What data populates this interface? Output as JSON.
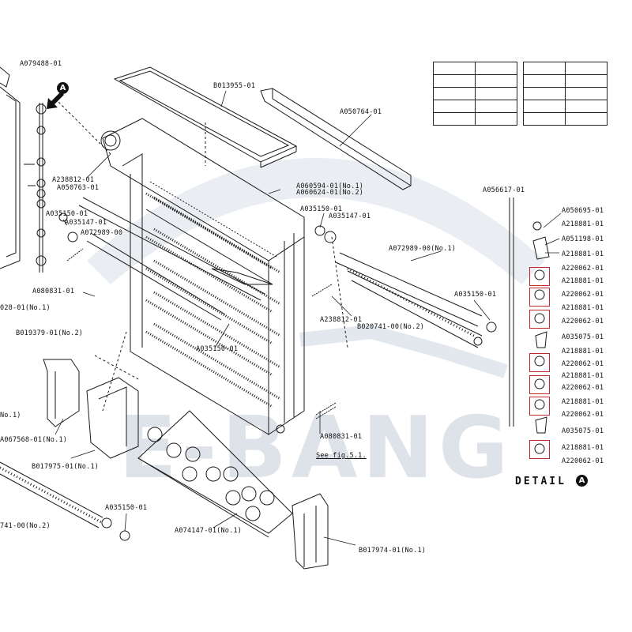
{
  "watermark": {
    "brand": "E-BANG"
  },
  "labels": {
    "a079488": "A079488-01",
    "b013955": "B013955-01",
    "a050764": "A050764-01",
    "a238812_top": "A238812-01",
    "a050763": "A050763-01",
    "a060594": "A060594-01(No.1)",
    "a060624": "A060624-01(No.2)",
    "a035150_left": "A035150-01",
    "a035147_left": "A035147-01",
    "a072989_left": "A072989-00",
    "a035150_mid": "A035150-01",
    "a035147_mid": "A035147-01",
    "a072989_right": "A072989-00(No.1)",
    "a056617": "A056617-01",
    "a080831_left": "A080831-01",
    "b019379": "B019379-01(No.2)",
    "a238812_mid": "A238812-01",
    "a035150_right": "A035150-01",
    "b020741_right": "B020741-00(No.2)",
    "a035150_center": "A035150-01",
    "no1_left": "No.1)",
    "a067568": "A067568-01(No.1)",
    "b017975": "B017975-01(No.1)",
    "a080831_right": "A080831-01",
    "see_fig": "See fig.5.1.",
    "left_cut_top": "028-01(No.1)",
    "a035150_bottom": "A035150-01",
    "b741_bottom": "741-00(No.2)",
    "a074147": "A074147-01(No.1)",
    "b017974": "B017974-01(No.1)"
  },
  "detail": {
    "title": "DETAIL",
    "badge": "A",
    "callout_badge": "A",
    "parts": [
      "A050695-01",
      "A218881-01",
      "A051198-01",
      "A218881-01",
      "A220062-01",
      "A218881-01",
      "A220062-01",
      "A218881-01",
      "A220062-01",
      "A035075-01",
      "A218881-01",
      "A220062-01",
      "A218881-01",
      "A220062-01",
      "A218881-01",
      "A220062-01",
      "A035075-01",
      "A218881-01",
      "A220062-01"
    ]
  },
  "colors": {
    "highlight": "#c0282d",
    "line": "#1a1a1a",
    "watermark": "#d9dee6"
  }
}
